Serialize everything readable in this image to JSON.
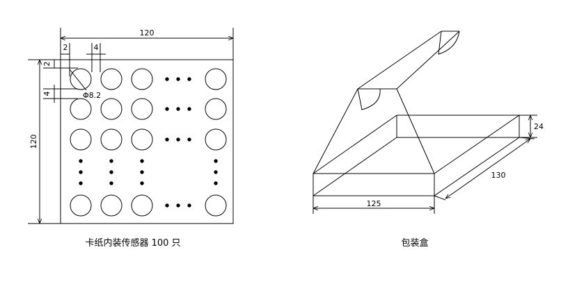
{
  "left_figure": {
    "top_dim": "120",
    "side_dim": "120",
    "edge_gap": "2",
    "hole_gap": "4",
    "vertical_edge_gap": "2",
    "vertical_hole_gap": "4",
    "hole_diameter": "Φ8.2",
    "caption": "卡纸内装传感器 100 只"
  },
  "right_figure": {
    "length_dim": "125",
    "width_dim": "130",
    "height_dim": "24",
    "caption": "包装盒"
  }
}
